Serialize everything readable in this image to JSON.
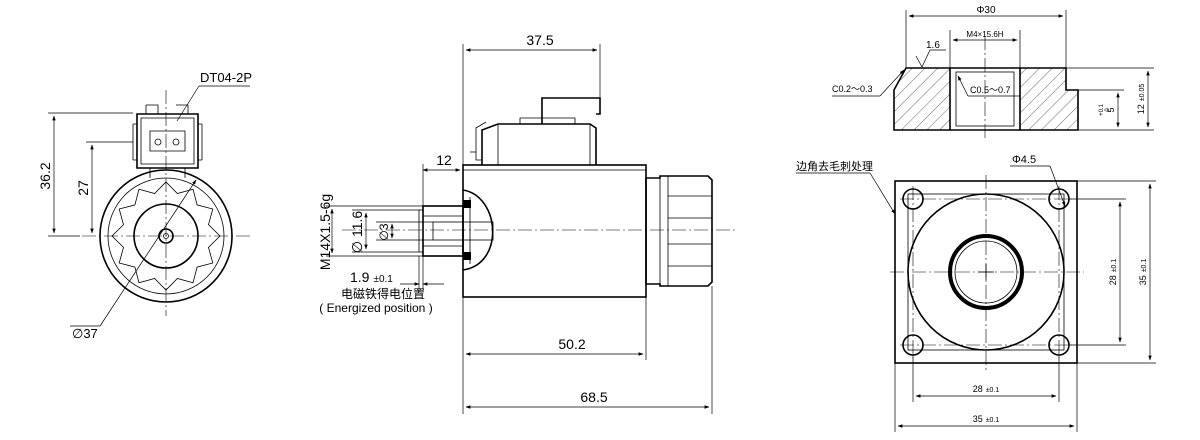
{
  "colors": {
    "ink": "#000000",
    "paper": "#ffffff"
  },
  "front_view": {
    "connector_label": "DT04-2P",
    "dim_height_total": "36.2",
    "dim_height_connector": "27",
    "dim_diameter": "∅37"
  },
  "side_view": {
    "dim_top_length": "37.5",
    "dim_stem": "12",
    "dim_thread": "M14X1.5-6g",
    "dim_dia_116": "∅ 11.6",
    "dim_dia_3": "∅3",
    "dim_stroke": "1.9",
    "dim_stroke_tol": "±0.1",
    "energized_cn": "电磁铁得电位置",
    "energized_en": "( Energized position )",
    "dim_body_length": "50.2",
    "dim_total_length": "68.5"
  },
  "section_view": {
    "dim_diameter": "Φ30",
    "dim_thread": "M4×15.6H",
    "roughness": "1.6",
    "chamfer_outer": "C0.2～0.3",
    "chamfer_inner": "C0.5～0.7",
    "dim_height": "12",
    "dim_height_tol": "±0.05",
    "dim_step": "5",
    "dim_step_tol_upper": "+0.1",
    "dim_step_tol_lower": "0"
  },
  "plan_view": {
    "deburr_note": "边角去毛刺处理",
    "hole_dia": "Φ4.5",
    "dim_28_vert": "28",
    "dim_28_vert_tol": "±0.1",
    "dim_35_vert": "35",
    "dim_35_vert_tol": "±0.1",
    "dim_28_horiz": "28",
    "dim_28_horiz_tol": "±0.1",
    "dim_35_horiz": "35",
    "dim_35_horiz_tol": "±0.1"
  }
}
